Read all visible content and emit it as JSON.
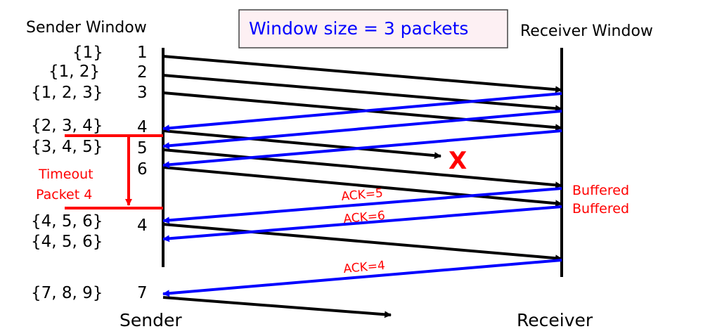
{
  "headers": {
    "sender_window": "Sender Window",
    "receiver_window": "Receiver Window"
  },
  "title_box": {
    "text": "Window size = 3 packets"
  },
  "sender_windows": [
    "{1}",
    "{1, 2}",
    "{1, 2, 3}",
    "{2, 3, 4}",
    "{3, 4, 5}",
    "{4, 5, 6}",
    "{4, 5, 6}",
    "{7, 8, 9}"
  ],
  "sequence_numbers": [
    "1",
    "2",
    "3",
    "4",
    "5",
    "6",
    "4",
    "7"
  ],
  "timeout": {
    "line1": "Timeout",
    "line2": "Packet 4"
  },
  "loss_marker": "X",
  "receiver_notes": [
    "Buffered",
    "Buffered"
  ],
  "ack_labels": [
    "ACK=5",
    "ACK=6",
    "ACK=4"
  ],
  "footer": {
    "sender": "Sender",
    "receiver": "Receiver"
  },
  "colors": {
    "data_arrow": "#000000",
    "ack_arrow": "#0000ff",
    "timeout": "#ff0000",
    "title_text": "#0000ff",
    "title_box_fill": "#fdf0f3",
    "title_box_border": "#444444"
  }
}
